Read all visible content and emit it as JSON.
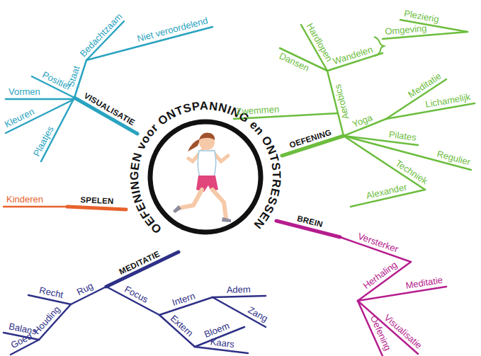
{
  "diagram": {
    "nodes": [
      {
        "text": [
          "OEFENINGEN voor ONTSPANNING en ONTSTRESSEN"
        ]
      }
    ],
    "labels": [
      "VISUALISATIE",
      "Staat",
      "Positief",
      "Bedachtzaam",
      "Niet veroordelend",
      "Vormen",
      "Kleuren",
      "Plaatjes",
      "OEFENING",
      "Zwemmen",
      "Dansen",
      "Hardlopen",
      "Wandelen",
      "Plezierig",
      "Omgeving",
      "Aerobics",
      "Yoga",
      "Meditatie",
      "Lichamelijk",
      "Pilates",
      "Regulier",
      "Techniek",
      "Alexander",
      "SPELEN",
      "Kinderen",
      "BREIN",
      "Versterker",
      "Herhaling",
      "Meditatie",
      "Visualisatie",
      "Oefening",
      "MEDITATIE",
      "Rug",
      "Recht",
      "Houding",
      "Balans",
      "Goed",
      "Focus",
      "Intern",
      "Adem",
      "Zang",
      "Extern",
      "Bloem",
      "Kaars"
    ]
  }
}
